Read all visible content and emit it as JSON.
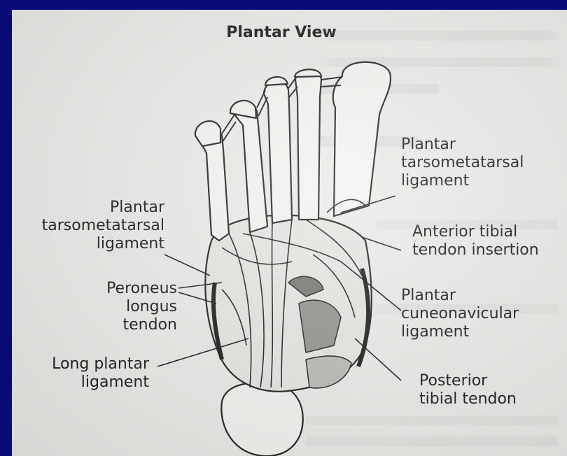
{
  "title": "Plantar View",
  "labels": {
    "plantar_tarsometatarsal_right": "Plantar\ntarsometatarsal\nligament",
    "anterior_tibial": "Anterior tibial\ntendon insertion",
    "plantar_cuneonavicular": "Plantar\ncuneonavicular\nligament",
    "posterior_tibial": "Posterior\ntibial tendon",
    "plantar_tarsometatarsal_left": "Plantar\ntarsometatarsal\nligament",
    "peroneus_longus": "Peroneus\nlongus\ntendon",
    "long_plantar": "Long plantar\nligament"
  },
  "colors": {
    "frame": "#0a0a78",
    "page": "#e9e9e6",
    "ink": "#111111"
  }
}
